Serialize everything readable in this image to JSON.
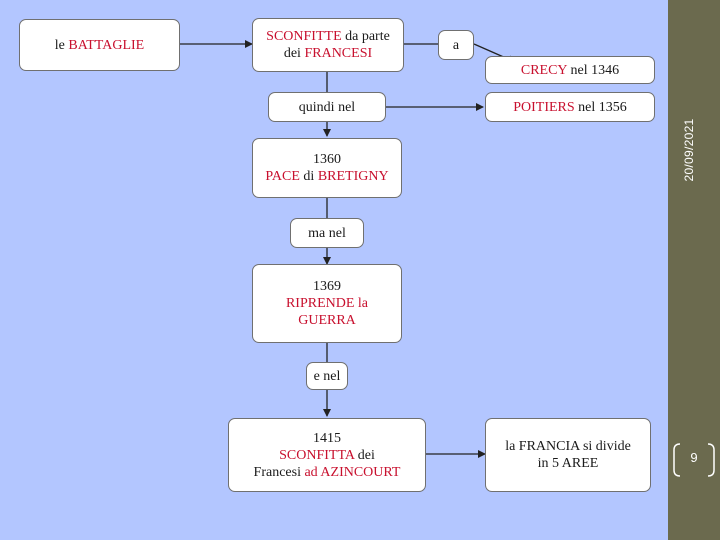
{
  "sidebar": {
    "date": "20/09/2021",
    "page_number": "9"
  },
  "nodes": {
    "battaglie": {
      "line1": [
        "le ",
        "BATTAGLIE"
      ]
    },
    "sconfitte": {
      "line1": [
        "SCONFITTE",
        " da parte"
      ],
      "line2": [
        "dei ",
        "FRANCESI"
      ]
    },
    "a": {
      "text": "a"
    },
    "crecy": {
      "line1": [
        "CRECY",
        " nel 1346"
      ]
    },
    "quindi": {
      "text": "quindi nel"
    },
    "poitiers": {
      "line1": [
        "POITIERS",
        " nel 1356"
      ]
    },
    "pace": {
      "line1": "1360",
      "line2": [
        "PACE",
        " di ",
        "BRETIGNY"
      ]
    },
    "ma": {
      "text": "ma nel"
    },
    "riprende": {
      "line1": "1369",
      "line2": "RIPRENDE la",
      "line3": "GUERRA"
    },
    "enel": {
      "text": "e nel"
    },
    "azincourt": {
      "line1": "1415",
      "line2": [
        "SCONFITTA",
        " dei"
      ],
      "line3": [
        "Francesi ",
        "ad AZINCOURT"
      ]
    },
    "francia": {
      "line1": "la FRANCIA si divide",
      "line2": "in 5 AREE"
    }
  },
  "colors": {
    "background": "#b3c6ff",
    "sidebar": "#6b6a4e",
    "highlight": "#c8102e",
    "text": "#1a1a1a",
    "border": "#707070"
  }
}
